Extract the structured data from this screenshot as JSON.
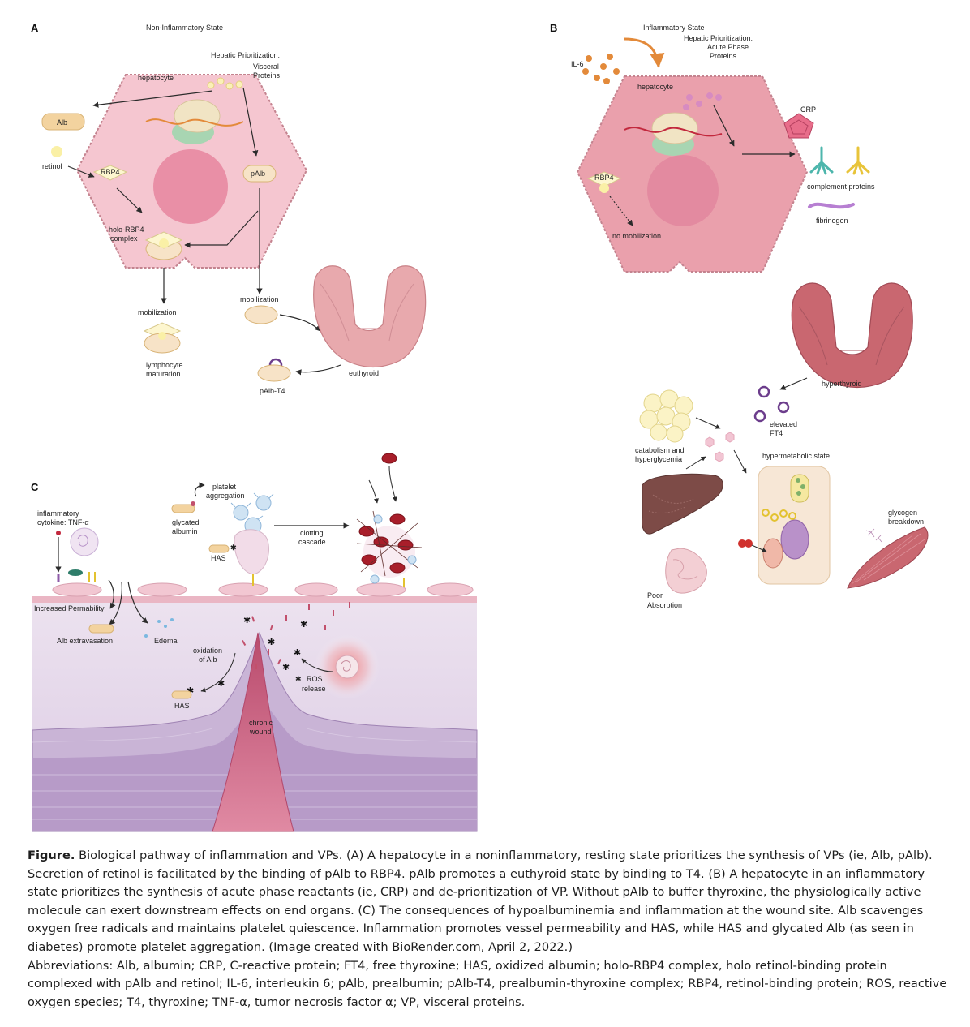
{
  "panel_a": {
    "letter": "A",
    "title": "Non-Inflammatory State",
    "hepatic_prioritization": "Hepatic Prioritization:",
    "visceral_proteins_line1": "Visceral",
    "visceral_proteins_line2": "Proteins",
    "hepatocyte": "hepatocyte",
    "alb": "Alb",
    "retinol": "retinol",
    "rbp4": "RBP4",
    "palb": "pAlb",
    "holo_rbp4_line1": "holo-RBP4",
    "holo_rbp4_line2": "complex",
    "mobilization_left": "mobilization",
    "mobilization_right": "mobilization",
    "lymphocyte_line1": "lymphocyte",
    "lymphocyte_line2": "maturation",
    "palb_t4": "pAlb-T4",
    "euthyroid": "euthyroid"
  },
  "panel_b": {
    "letter": "B",
    "title": "Inflammatory State",
    "hepatic_prioritization": "Hepatic Prioritization:",
    "acute_phase_line1": "Acute Phase",
    "acute_phase_line2": "Proteins",
    "il6": "IL-6",
    "hepatocyte": "hepatocyte",
    "crp": "CRP",
    "complement": "complement proteins",
    "fibrinogen": "fibrinogen",
    "rbp4": "RBP4",
    "no_mobilization": "no mobilization",
    "hyperthyroid": "hyperthyroid",
    "elevated_line1": "elevated",
    "elevated_line2": "FT4",
    "catabolism_line1": "catabolism and",
    "catabolism_line2": "hyperglycemia",
    "hypermetabolic": "hypermetabolic state",
    "glycogen_line1": "glycogen",
    "glycogen_line2": "breakdown",
    "poor_line1": "Poor",
    "poor_line2": "Absorption"
  },
  "panel_c": {
    "letter": "C",
    "inflammatory_line1": "inflammatory",
    "inflammatory_line2": "cytokine: TNF-α",
    "platelet_line1": "platelet",
    "platelet_line2": "aggregation",
    "glycated_line1": "glycated",
    "glycated_line2": "albumin",
    "has_top": "HAS",
    "clotting_line1": "clotting",
    "clotting_line2": "cascade",
    "increased_permeability": "Increased Permability",
    "alb_extravasation": "Alb extravasation",
    "edema": "Edema",
    "oxidation_line1": "oxidation",
    "oxidation_line2": "of Alb",
    "ros_line1": "ROS",
    "ros_line2": "release",
    "has_bottom": "HAS",
    "chronic_line1": "chronic",
    "chronic_line2": "wound"
  },
  "caption": {
    "title": "Figure.",
    "text": " Biological pathway of inflammation and VPs. (A) A hepatocyte in a noninflammatory, resting state prioritizes the synthesis of VPs (ie, Alb, pAlb). Secretion of retinol is facilitated by the binding of pAlb to RBP4. pAlb promotes a euthyroid state by binding to T4. (B) A hepatocyte in an inflammatory state prioritizes the synthesis of acute phase reactants (ie, CRP) and de-prioritization of VP. Without pAlb to buffer thyroxine, the physiologically active molecule can exert downstream effects on end organs. (C) The consequences of hypoalbuminemia and inflammation at the wound site. Alb scavenges oxygen free radicals and maintains platelet quiescence. Inflammation promotes vessel permeability and HAS, while HAS and glycated Alb (as seen in diabetes) promote platelet aggregation. (Image created with BioRender.com, April 2, 2022.)",
    "abbreviations": "Abbreviations: Alb, albumin; CRP, C-reactive protein; FT4, free thyroxine; HAS, oxidized albumin; holo-RBP4 complex, holo retinol-binding protein complexed with pAlb and retinol; IL-6, interleukin 6; pAlb, prealbumin; pAlb-T4, prealbumin-thyroxine complex; RBP4, retinol-binding protein; ROS, reactive oxygen species; T4, thyroxine; TNF-α, tumor necrosis factor α; VP, visceral proteins."
  },
  "colors": {
    "hepatocyte_fill": "#f5c6d0",
    "hepatocyte_stroke": "#c4838f",
    "nucleus": "#e98fa6",
    "albumin": "#f3d39f",
    "thyroid": "#e8a9ad",
    "thyroid_inflamed": "#c96770",
    "tissue": "#e6d9ea",
    "wound": "#cf6f8c",
    "arrow": "#2b2b2b"
  }
}
